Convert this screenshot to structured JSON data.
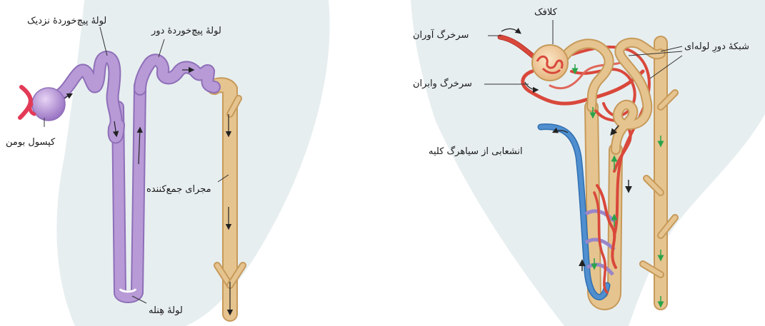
{
  "left_panel": {
    "labels": {
      "proximal": "لولهٔ پیچ‌خوردهٔ نزدیک",
      "distal": "لولهٔ پیچ‌خوردهٔ دور",
      "bowman": "کپسول بومن",
      "collecting": "مجرای جمع‌کننده",
      "henle": "لولهٔ هِنله"
    }
  },
  "right_panel": {
    "labels": {
      "glomerulus": "کلافک",
      "afferent": "سرخرگ آوران",
      "efferent": "سرخرگ وابران",
      "peritubular": "شبکهٔ دورِ لوله‌ای",
      "vein": "انشعابی از سیاهرگ کلیه"
    }
  },
  "colors": {
    "background_blob": "#e7eef0",
    "tubule_purple": "#b79ad6",
    "tubule_purple_dark": "#8e6fb8",
    "duct_tan": "#e6c48f",
    "duct_tan_dark": "#c69a5a",
    "artery_red": "#d9483b",
    "vein_blue": "#4f8fd0",
    "arrow_green": "#2aa34a",
    "capsule_red": "#e23a57"
  }
}
